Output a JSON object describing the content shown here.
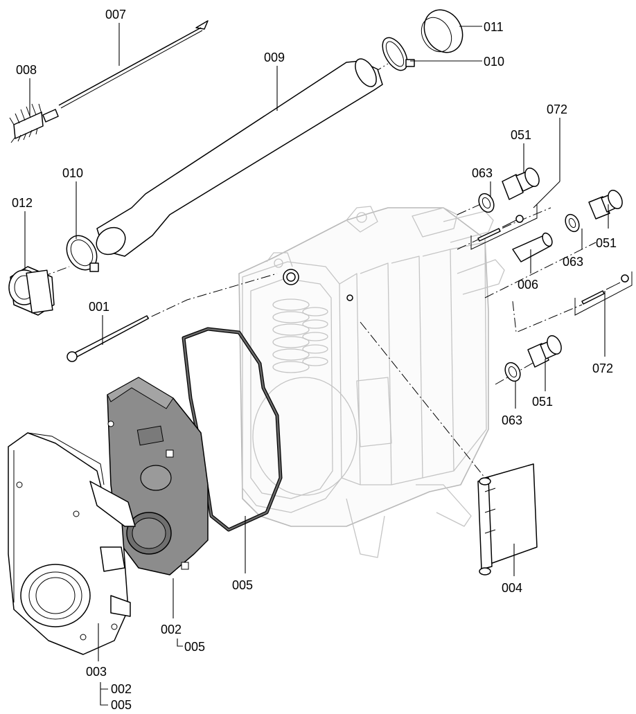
{
  "labels": {
    "l001": "001",
    "l002": "002",
    "l002_sub": "005",
    "l003": "003",
    "l003_sub1": "002",
    "l003_sub2": "005",
    "l004": "004",
    "l005": "005",
    "l006": "006",
    "l007": "007",
    "l008": "008",
    "l009": "009",
    "l010a": "010",
    "l010b": "010",
    "l011": "011",
    "l012": "012",
    "l051a": "051",
    "l051b": "051",
    "l051c": "051",
    "l063a": "063",
    "l063b": "063",
    "l063c": "063",
    "l072a": "072",
    "l072b": "072"
  },
  "colors": {
    "line": "#000000",
    "housing_ghost": "#b9b9b9",
    "cover_fill": "#8c8c8c",
    "background": "#ffffff"
  }
}
